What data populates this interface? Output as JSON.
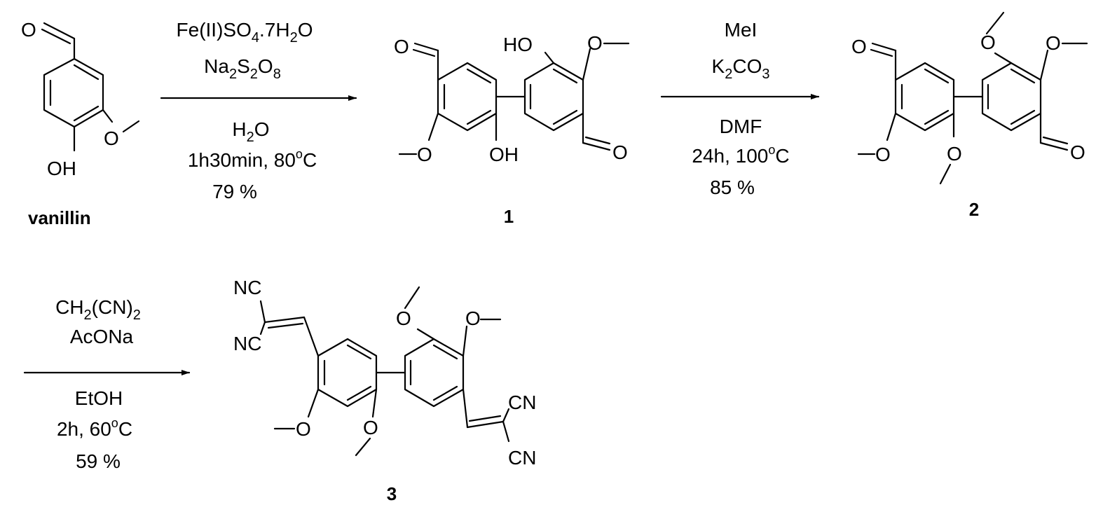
{
  "molecules": {
    "vanillin": {
      "name": "vanillin",
      "atoms": {
        "aldehyde_o": "O",
        "methoxy_o": "O",
        "hydroxyl": "OH"
      }
    },
    "compound_1": {
      "number": "1",
      "atoms": {
        "ald_left": "O",
        "ald_right": "O",
        "oh_top": "HO",
        "oh_bottom": "OH",
        "ome_top": "O",
        "ome_bottom": "O"
      }
    },
    "compound_2": {
      "number": "2",
      "atoms": {
        "ald_left": "O",
        "ald_right": "O",
        "ome_1": "O",
        "ome_2": "O",
        "ome_3": "O",
        "ome_4": "O"
      }
    },
    "compound_3": {
      "number": "3",
      "atoms": {
        "nc_1": "NC",
        "nc_2": "NC",
        "cn_1": "CN",
        "cn_2": "CN",
        "ome_1": "O",
        "ome_2": "O",
        "ome_3": "O",
        "ome_4": "O"
      }
    }
  },
  "steps": [
    {
      "reagents": [
        "Fe(II)SO",
        "4",
        ".7H",
        "2",
        "O"
      ],
      "reagent2": [
        "Na",
        "2",
        "S",
        "2",
        "O",
        "8"
      ],
      "solvent": [
        "H",
        "2",
        "O"
      ],
      "time": "1h30min, 80",
      "deg": "o",
      "unit": "C",
      "yield": "79 %"
    },
    {
      "reagent1": "MeI",
      "reagent2": [
        "K",
        "2",
        "CO",
        "3"
      ],
      "solvent": "DMF",
      "time": "24h, 100",
      "deg": "o",
      "unit": "C",
      "yield": "85 %"
    },
    {
      "reagent1": [
        "CH",
        "2",
        "(CN)",
        "2"
      ],
      "reagent2": "AcONa",
      "solvent": "EtOH",
      "time": "2h, 60",
      "deg": "o",
      "unit": "C",
      "yield": "59 %"
    }
  ]
}
